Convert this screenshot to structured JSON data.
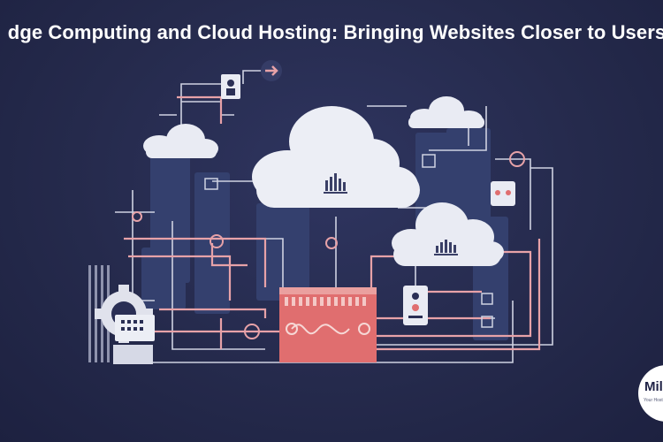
{
  "headline": "dge Computing and Cloud Hosting: Bringing Websites Closer to Users",
  "colors": {
    "background": "#252a4c",
    "circuit_line": "#e8a6ab",
    "circuit_line_light": "#d9d9e6",
    "server_block": "#e06e6f",
    "cloud": "#e9ebf3",
    "building": "#3b4a7c"
  },
  "icons": [
    "cloud-icon",
    "server-icon",
    "gear-icon",
    "user-icon",
    "arrow-icon",
    "bar-chart-icon"
  ],
  "logo": {
    "word": "Mil",
    "tagline": "Your Host"
  }
}
